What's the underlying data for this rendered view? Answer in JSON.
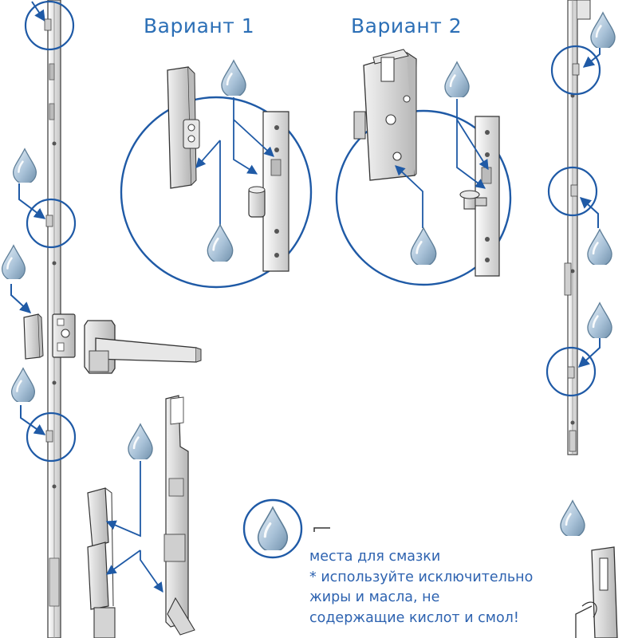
{
  "variants": {
    "variant_1": "Вариант 1",
    "variant_2": "Вариант 2"
  },
  "legend": {
    "line_1": "места для смазки",
    "line_2": "* используйте исключительно",
    "line_3": "жиры и масла, не",
    "line_4": "содержащие кислот и смол!"
  },
  "colors": {
    "accent_blue": "#1f5aa6",
    "drop_fill": "#9db8cf",
    "hardware_gray": "#d9d9d9",
    "outline": "#333333"
  },
  "icons": {
    "lubrication_point": "oil-drop-icon",
    "callout": "circle-magnifier"
  }
}
